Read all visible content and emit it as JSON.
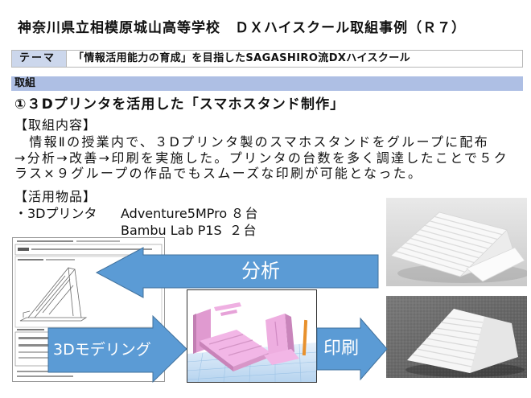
{
  "title": "神奈川県立相模原城山高等学校　ＤＸハイスクール取組事例（Ｒ７）",
  "theme": {
    "label": "テーマ",
    "text": "「情報活用能力の育成」を目指したSAGASHIRO流DXハイスクール"
  },
  "section": {
    "label": "取組"
  },
  "heading": "①３Dプリンタを活用した「スマホスタンド制作」",
  "content": {
    "label": "【取組内容】",
    "lines": [
      "　情報Ⅱの授業内で、３Dプリンタ製のスマホスタンドをグループに配布",
      "→分析→改善→印刷を実施した。プリンタの台数を多く調達したことで５ク",
      "ラス×９グループの作品でもスムーズな印刷が可能となった。"
    ]
  },
  "equipment": {
    "label": "【活用物品】",
    "category": "・3Dプリンタ",
    "items": [
      {
        "model": "Adventure5MPro",
        "quantity": "８台"
      },
      {
        "model": "Bambu Lab P1S",
        "quantity": "２台"
      }
    ]
  },
  "flow": {
    "analysis": "分析",
    "modeling": "3Dモデリング",
    "printing": "印刷"
  },
  "colors": {
    "arrow_fill": "#5B9BD5",
    "arrow_stroke": "#41719C",
    "section_bar": "#AEBFE4",
    "theme_label_bg": "#CCD7EC"
  }
}
